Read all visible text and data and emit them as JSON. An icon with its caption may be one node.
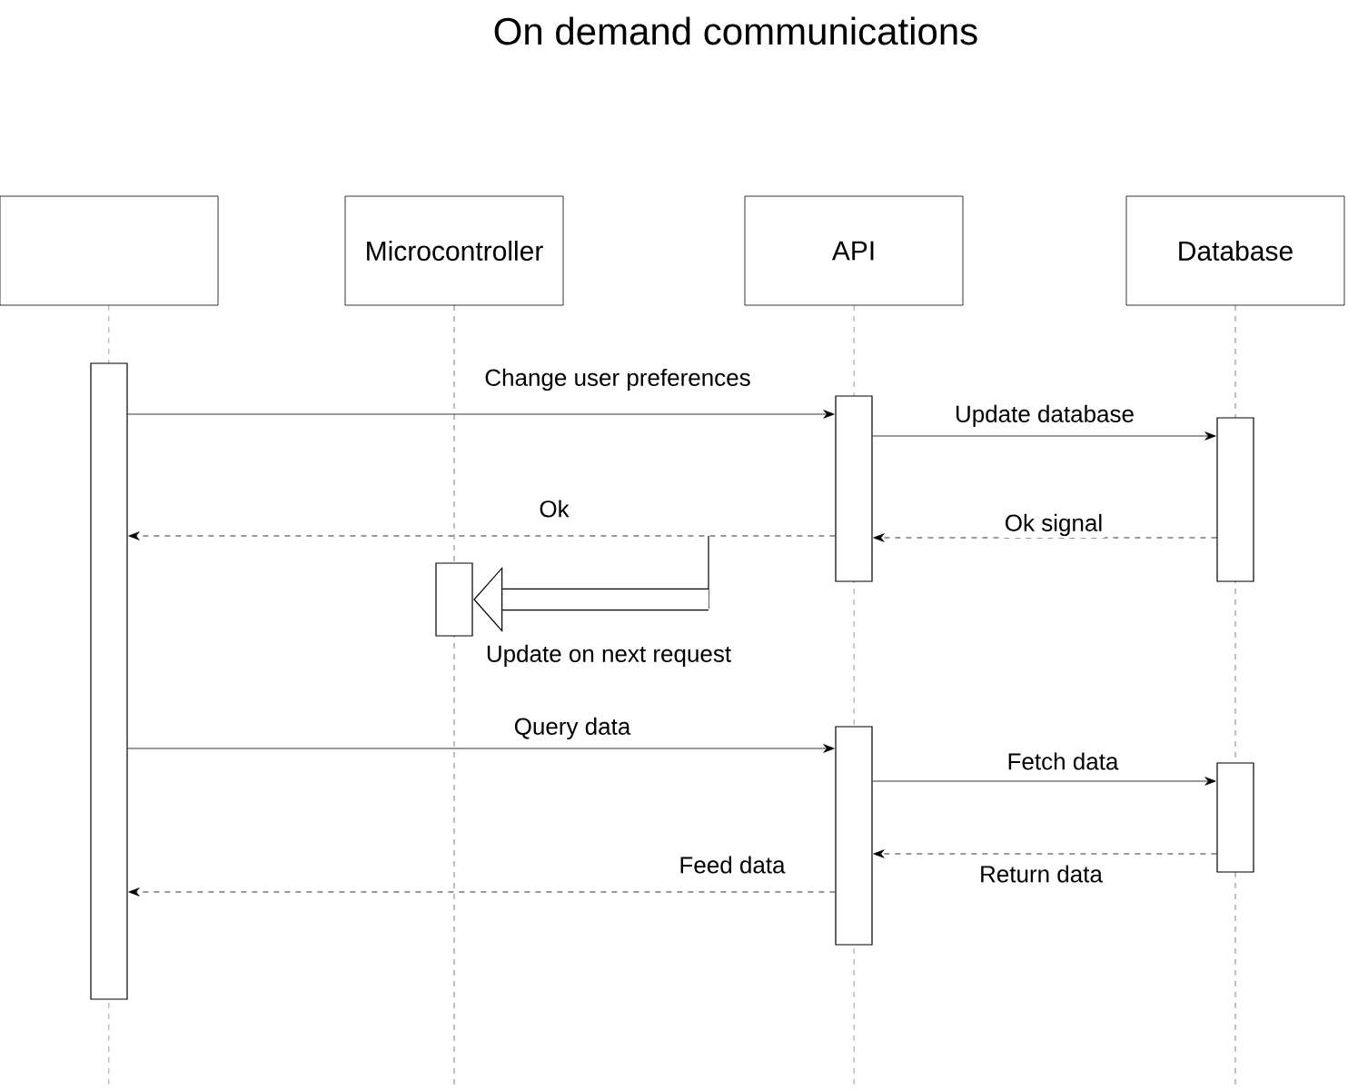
{
  "diagram": {
    "title": "On demand communications",
    "nodes": [
      {
        "text": [],
        "shape": "box"
      },
      {
        "text": [
          "Microcontroller"
        ]
      },
      {
        "text": [
          "API"
        ]
      },
      {
        "text": [
          "Database"
        ]
      },
      {
        "text": [],
        "shape": "bar"
      },
      {
        "text": [],
        "shape": "bar"
      },
      {
        "text": [],
        "shape": "bar"
      },
      {
        "text": [],
        "shape": "bar"
      },
      {
        "text": [],
        "shape": "bar"
      },
      {
        "text": [],
        "shape": "bar"
      }
    ],
    "edges": [
      {
        "from": 4,
        "to": 5,
        "arrow": "to",
        "label": "Change user preferences"
      },
      {
        "from": 5,
        "to": 6,
        "arrow": "to",
        "label": "Update database"
      },
      {
        "from": 6,
        "to": 5,
        "arrow": "to",
        "label": "Ok signal",
        "style": "dashed"
      },
      {
        "from": 5,
        "to": 4,
        "arrow": "to",
        "label": "Ok",
        "style": "dashed"
      },
      {
        "from": null,
        "to": 7,
        "arrow": "to",
        "label": "Update on next request",
        "style": "thick"
      },
      {
        "from": 4,
        "to": 8,
        "arrow": "to",
        "label": "Query data"
      },
      {
        "from": 8,
        "to": 9,
        "arrow": "to",
        "label": "Fetch data"
      },
      {
        "from": 9,
        "to": 8,
        "arrow": "to",
        "label": "Return data",
        "style": "dashed"
      },
      {
        "from": 8,
        "to": 4,
        "arrow": "to",
        "label": "Feed data",
        "style": "dashed"
      }
    ]
  }
}
